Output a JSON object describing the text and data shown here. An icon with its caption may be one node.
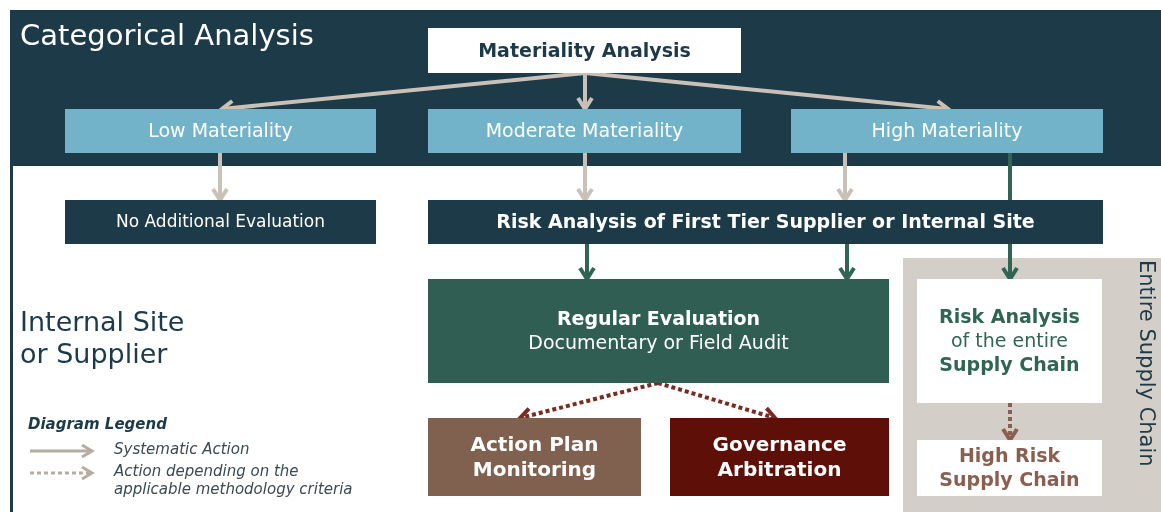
{
  "diagram": {
    "nodes": [
      {
        "text": [
          "Materiality Analysis"
        ]
      },
      {
        "text": [
          "Low Materiality"
        ]
      },
      {
        "text": [
          "Moderate Materiality"
        ]
      },
      {
        "text": [
          "High Materiality"
        ]
      },
      {
        "text": [
          "No Additional Evaluation"
        ]
      },
      {
        "text": [
          "Risk Analysis of First Tier Supplier or Internal Site"
        ]
      },
      {
        "text": [
          "Regular Evaluation",
          "Documentary or Field Audit"
        ]
      },
      {
        "text": [
          "Entire Supply Chain"
        ]
      },
      {
        "text": [
          "**Risk Analysis** of the entire **Supply Chain**"
        ],
        "in": 7
      },
      {
        "text": [
          "High Risk Supply Chain"
        ],
        "in": 7
      },
      {
        "text": [
          "Action Plan Monitoring"
        ]
      },
      {
        "text": [
          "Governance Arbitration"
        ]
      }
    ],
    "edges": [
      {
        "from": 0,
        "to": 1,
        "arrow": "to"
      },
      {
        "from": 0,
        "to": 2,
        "arrow": "to"
      },
      {
        "from": 0,
        "to": 3,
        "arrow": "to"
      },
      {
        "from": 1,
        "to": 4,
        "arrow": "to"
      },
      {
        "from": 2,
        "to": 5,
        "arrow": "to"
      },
      {
        "from": 3,
        "to": 5,
        "arrow": "to"
      },
      {
        "from": 3,
        "to": 5,
        "arrow": "none",
        "color": "#2f6552"
      },
      {
        "from": 5,
        "to": 6,
        "arrow": "to",
        "color": "#2f6552"
      },
      {
        "from": 5,
        "to": 6,
        "arrow": "to",
        "color": "#2f6552"
      },
      {
        "from": 5,
        "to": 8,
        "arrow": "to",
        "color": "#2f6552"
      },
      {
        "from": 8,
        "to": 9,
        "arrow": "to",
        "style": "dashed",
        "color": "#8a5f4f"
      },
      {
        "from": 6,
        "to": 10,
        "arrow": "to",
        "style": "dashed",
        "color": "#7a2a20"
      },
      {
        "from": 6,
        "to": 11,
        "arrow": "to",
        "style": "dashed",
        "color": "#7a2a20"
      }
    ],
    "labels": [
      "Categorical Analysis",
      "Internal Site or Supplier",
      "Diagram Legend"
    ],
    "legend": [
      {
        "text": "Systematic Action"
      },
      {
        "text": "Action depending on the applicable methodology criteria"
      }
    ]
  }
}
